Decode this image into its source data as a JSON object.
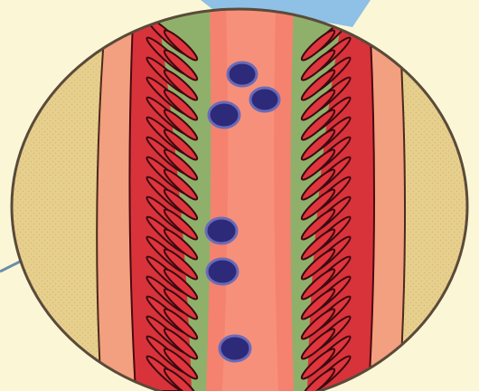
{
  "figure": {
    "description_text": "",
    "colors": {
      "page_background": "#fbf7d6",
      "outer_tissue": "#e7cf8e",
      "outer_tissue_texture": "#d9bf7a",
      "circle_outline": "#5a4a3a",
      "vessel_outer_band": "#f2a080",
      "vessel_wall_dark_red": "#d8333a",
      "fiber_red": "#e0353c",
      "fiber_outline": "#3a0a10",
      "inner_green_layer": "#8fb06a",
      "lumen_pink": "#f5826f",
      "lumen_center": "#f7907a",
      "cell_fill": "#2d2a7a",
      "cell_edge": "#6a6bb8",
      "top_blue_shape": "#8fc0e6",
      "diagonal_line": "#6b8cab"
    },
    "cells": [
      {
        "id": "cell-1"
      },
      {
        "id": "cell-2"
      },
      {
        "id": "cell-3"
      },
      {
        "id": "cell-4"
      },
      {
        "id": "cell-5"
      },
      {
        "id": "cell-6"
      }
    ]
  }
}
